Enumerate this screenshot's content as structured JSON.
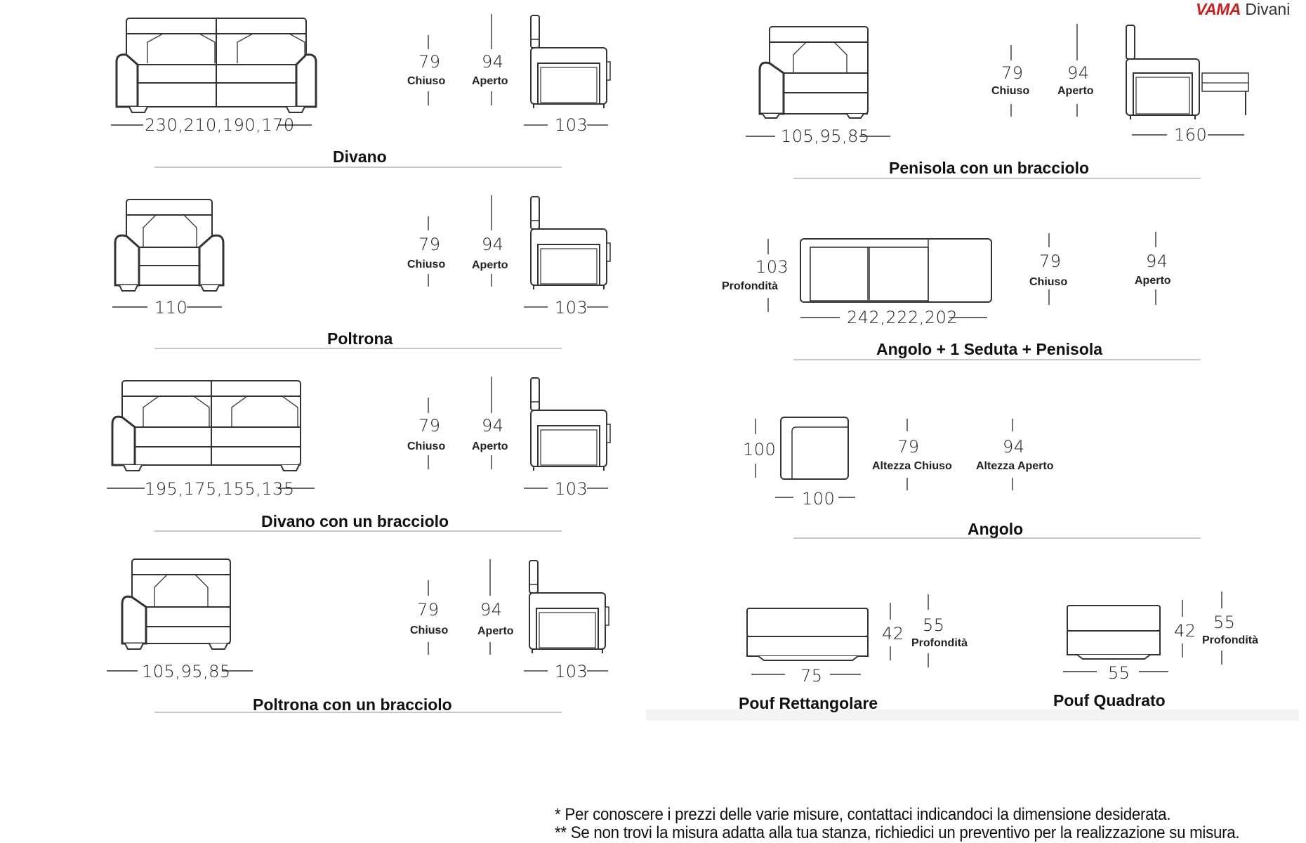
{
  "logo": {
    "brand": "VAMA",
    "sub": "Divani"
  },
  "sections": {
    "divano": {
      "title": "Divano",
      "width": "230,210,190,170",
      "h_closed": "79",
      "closed": "Chiuso",
      "h_open": "94",
      "open": "Aperto",
      "depth": "103"
    },
    "poltrona": {
      "title": "Poltrona",
      "width": "110",
      "h_closed": "79",
      "closed": "Chiuso",
      "h_open": "94",
      "open": "Aperto",
      "depth": "103"
    },
    "divano_bracciolo": {
      "title": "Divano con un bracciolo",
      "width": "195,175,155,135",
      "h_closed": "79",
      "closed": "Chiuso",
      "h_open": "94",
      "open": "Aperto",
      "depth": "103"
    },
    "poltrona_bracciolo": {
      "title": "Poltrona con un bracciolo",
      "width": "105,95,85",
      "h_closed": "79",
      "closed": "Chiuso",
      "h_open": "94",
      "open": "Aperto",
      "depth": "103"
    },
    "penisola": {
      "title": "Penisola con un bracciolo",
      "width": "105,95,85",
      "h_closed": "79",
      "closed": "Chiuso",
      "h_open": "94",
      "open": "Aperto",
      "depth": "160"
    },
    "angolo_seduta": {
      "title": "Angolo + 1 Seduta + Penisola",
      "depth": "103",
      "depth_label": "Profondità",
      "width": "242,222,202",
      "h_closed": "79",
      "closed": "Chiuso",
      "h_open": "94",
      "open": "Aperto"
    },
    "angolo": {
      "title": "Angolo",
      "depth": "100",
      "width": "100",
      "h_closed": "79",
      "closed": "Altezza Chiuso",
      "h_open": "94",
      "open": "Altezza Aperto"
    },
    "pouf_rett": {
      "title": "Pouf Rettangolare",
      "width": "75",
      "height": "42",
      "depth": "55",
      "depth_label": "Profondità"
    },
    "pouf_quad": {
      "title": "Pouf Quadrato",
      "width": "55",
      "height": "42",
      "depth": "55",
      "depth_label": "Profondità"
    }
  },
  "notes": [
    "* Per conoscere i prezzi delle varie misure, contattaci indicandoci la dimensione desiderata.",
    "** Se non trovi la misura adatta alla tua stanza, richiedici un preventivo per la realizzazione su misura."
  ]
}
